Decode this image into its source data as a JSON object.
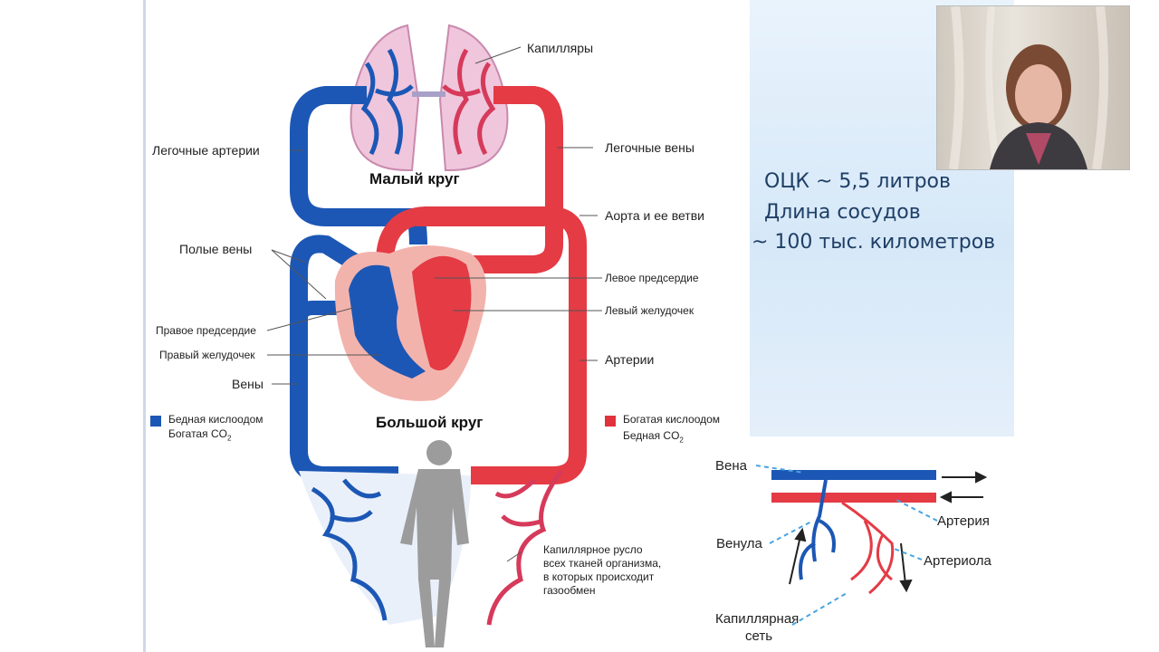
{
  "diagram": {
    "labels": {
      "capillaries": "Капилляры",
      "pulmonary_arteries": "Легочные артерии",
      "pulmonary_veins": "Легочные вены",
      "small_circle": "Малый круг",
      "aorta": "Аорта и ее ветви",
      "vena_cava": "Полые вены",
      "left_atrium": "Левое предсердие",
      "left_ventricle": "Левый желудочек",
      "right_atrium": "Правое предсердие",
      "right_ventricle": "Правый желудочек",
      "arteries": "Артерии",
      "veins": "Вены",
      "big_circle": "Большой круг",
      "capillary_bed": "Капиллярное русло",
      "capillary_bed_2": "всех тканей организма,",
      "capillary_bed_3": "в которых происходит",
      "capillary_bed_4": "газообмен"
    },
    "legend": {
      "poor_line1": "Бедная кислоодом",
      "poor_line2": "Богатая CO",
      "rich_line1": "Богатая кислоодом",
      "rich_line2": "Бедная CO",
      "subscript": "2",
      "blue_color": "#1c57b5",
      "red_color": "#e0323d"
    }
  },
  "info": {
    "line1": "ОЦК ~ 5,5 литров",
    "line2": "Длина сосудов",
    "line3": "~ 100 тыс. километров"
  },
  "micro": {
    "vein": "Вена",
    "artery": "Артерия",
    "venule": "Венула",
    "arteriole": "Артериола",
    "capillary_net_1": "Капиллярная",
    "capillary_net_2": "сеть"
  },
  "colors": {
    "blue": "#1c57b5",
    "red": "#e43b45",
    "lung_fill": "#f0c6dc"
  }
}
